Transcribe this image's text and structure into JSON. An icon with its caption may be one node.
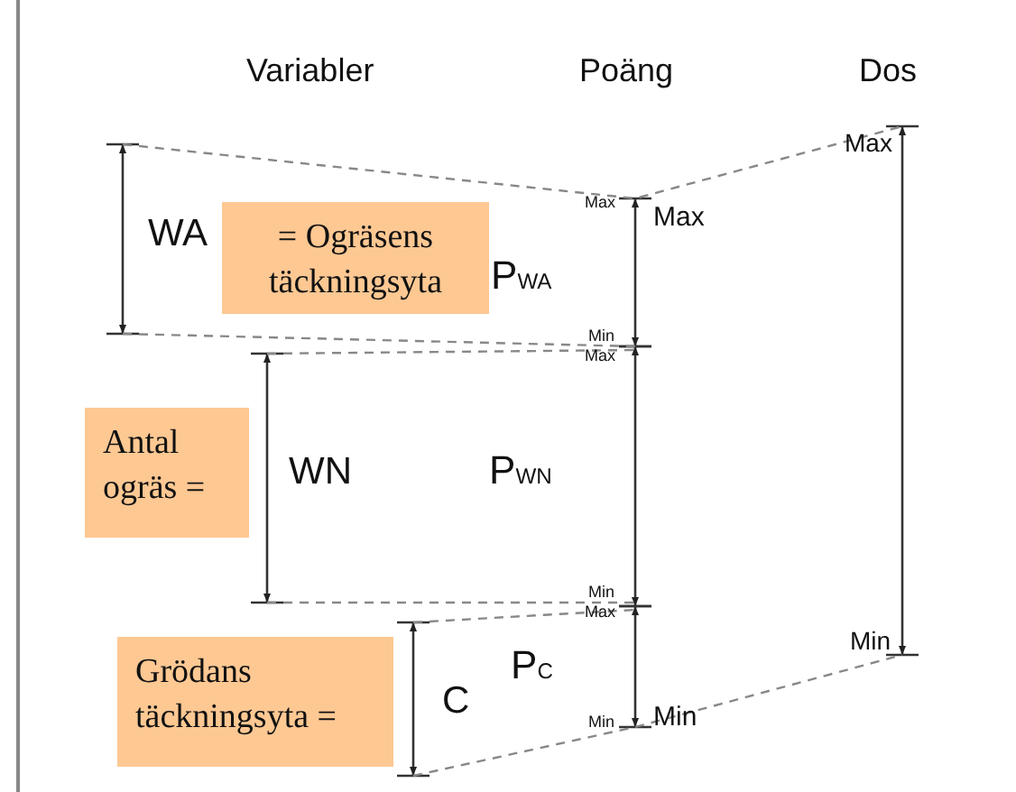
{
  "diagram": {
    "nodes": [
      {
        "text": [
          "= Ogräsens täckningsyta"
        ]
      },
      {
        "text": [
          "Antal ogräs ="
        ]
      },
      {
        "text": [
          "Grödans täckningsyta ="
        ]
      }
    ],
    "labels": [
      "Variabler",
      "Poäng",
      "Dos",
      "Max",
      "Max",
      "Max",
      "WA",
      "P$_{WA}$",
      "Min",
      "Max",
      "WN",
      "P$_{WN}$",
      "Min",
      "Max",
      "Min",
      "C",
      "P$_{C}$",
      "Min",
      "Min"
    ]
  }
}
